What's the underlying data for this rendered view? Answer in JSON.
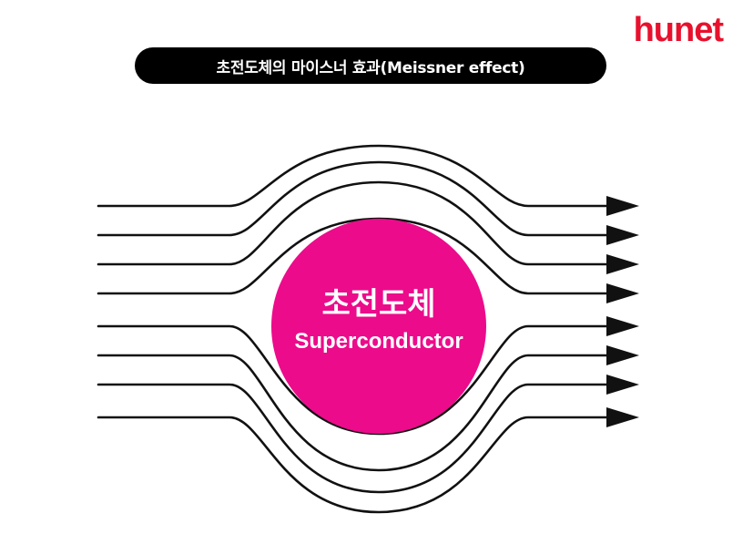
{
  "brand": {
    "logo_text": "hunet",
    "color": "#e8112d"
  },
  "title": {
    "text": "초전도체의 마이스너 효과(Meissner effect)",
    "background": "#000000",
    "color": "#ffffff"
  },
  "superconductor": {
    "label_ko": "초전도체",
    "label_en": "Superconductor",
    "color": "#ec0b8b"
  },
  "field_lines": {
    "count": 8,
    "color": "#111111",
    "direction": "left-to-right",
    "behavior": "lines bend around the superconductor, expelled from its interior"
  }
}
